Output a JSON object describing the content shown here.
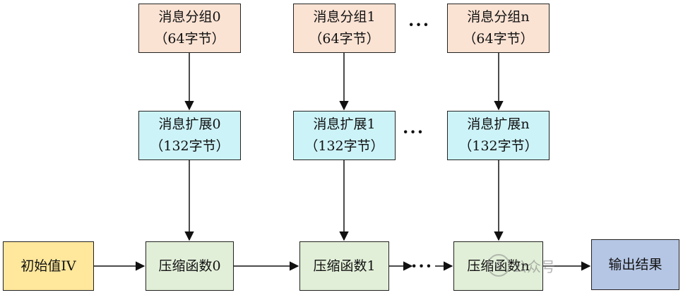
{
  "blocks": [
    {
      "title": "消息分组0",
      "sub": "（64字节）"
    },
    {
      "title": "消息分组1",
      "sub": "（64字节）"
    },
    {
      "title": "消息分组n",
      "sub": "（64字节）"
    }
  ],
  "expansions": [
    {
      "title": "消息扩展0",
      "sub": "（132字节）"
    },
    {
      "title": "消息扩展1",
      "sub": "（132字节）"
    },
    {
      "title": "消息扩展n",
      "sub": "（132字节）"
    }
  ],
  "compressions": [
    "压缩函数0",
    "压缩函数1",
    "压缩函数n"
  ],
  "initial": "初始值IV",
  "output": "输出结果",
  "ellipsis": "···",
  "watermark": "公众号",
  "colors": {
    "group": "#fbe3d4",
    "expansion": "#ccf3f8",
    "compression": "#e2efd8",
    "initial": "#ffe79c",
    "output": "#b5c6e4"
  }
}
